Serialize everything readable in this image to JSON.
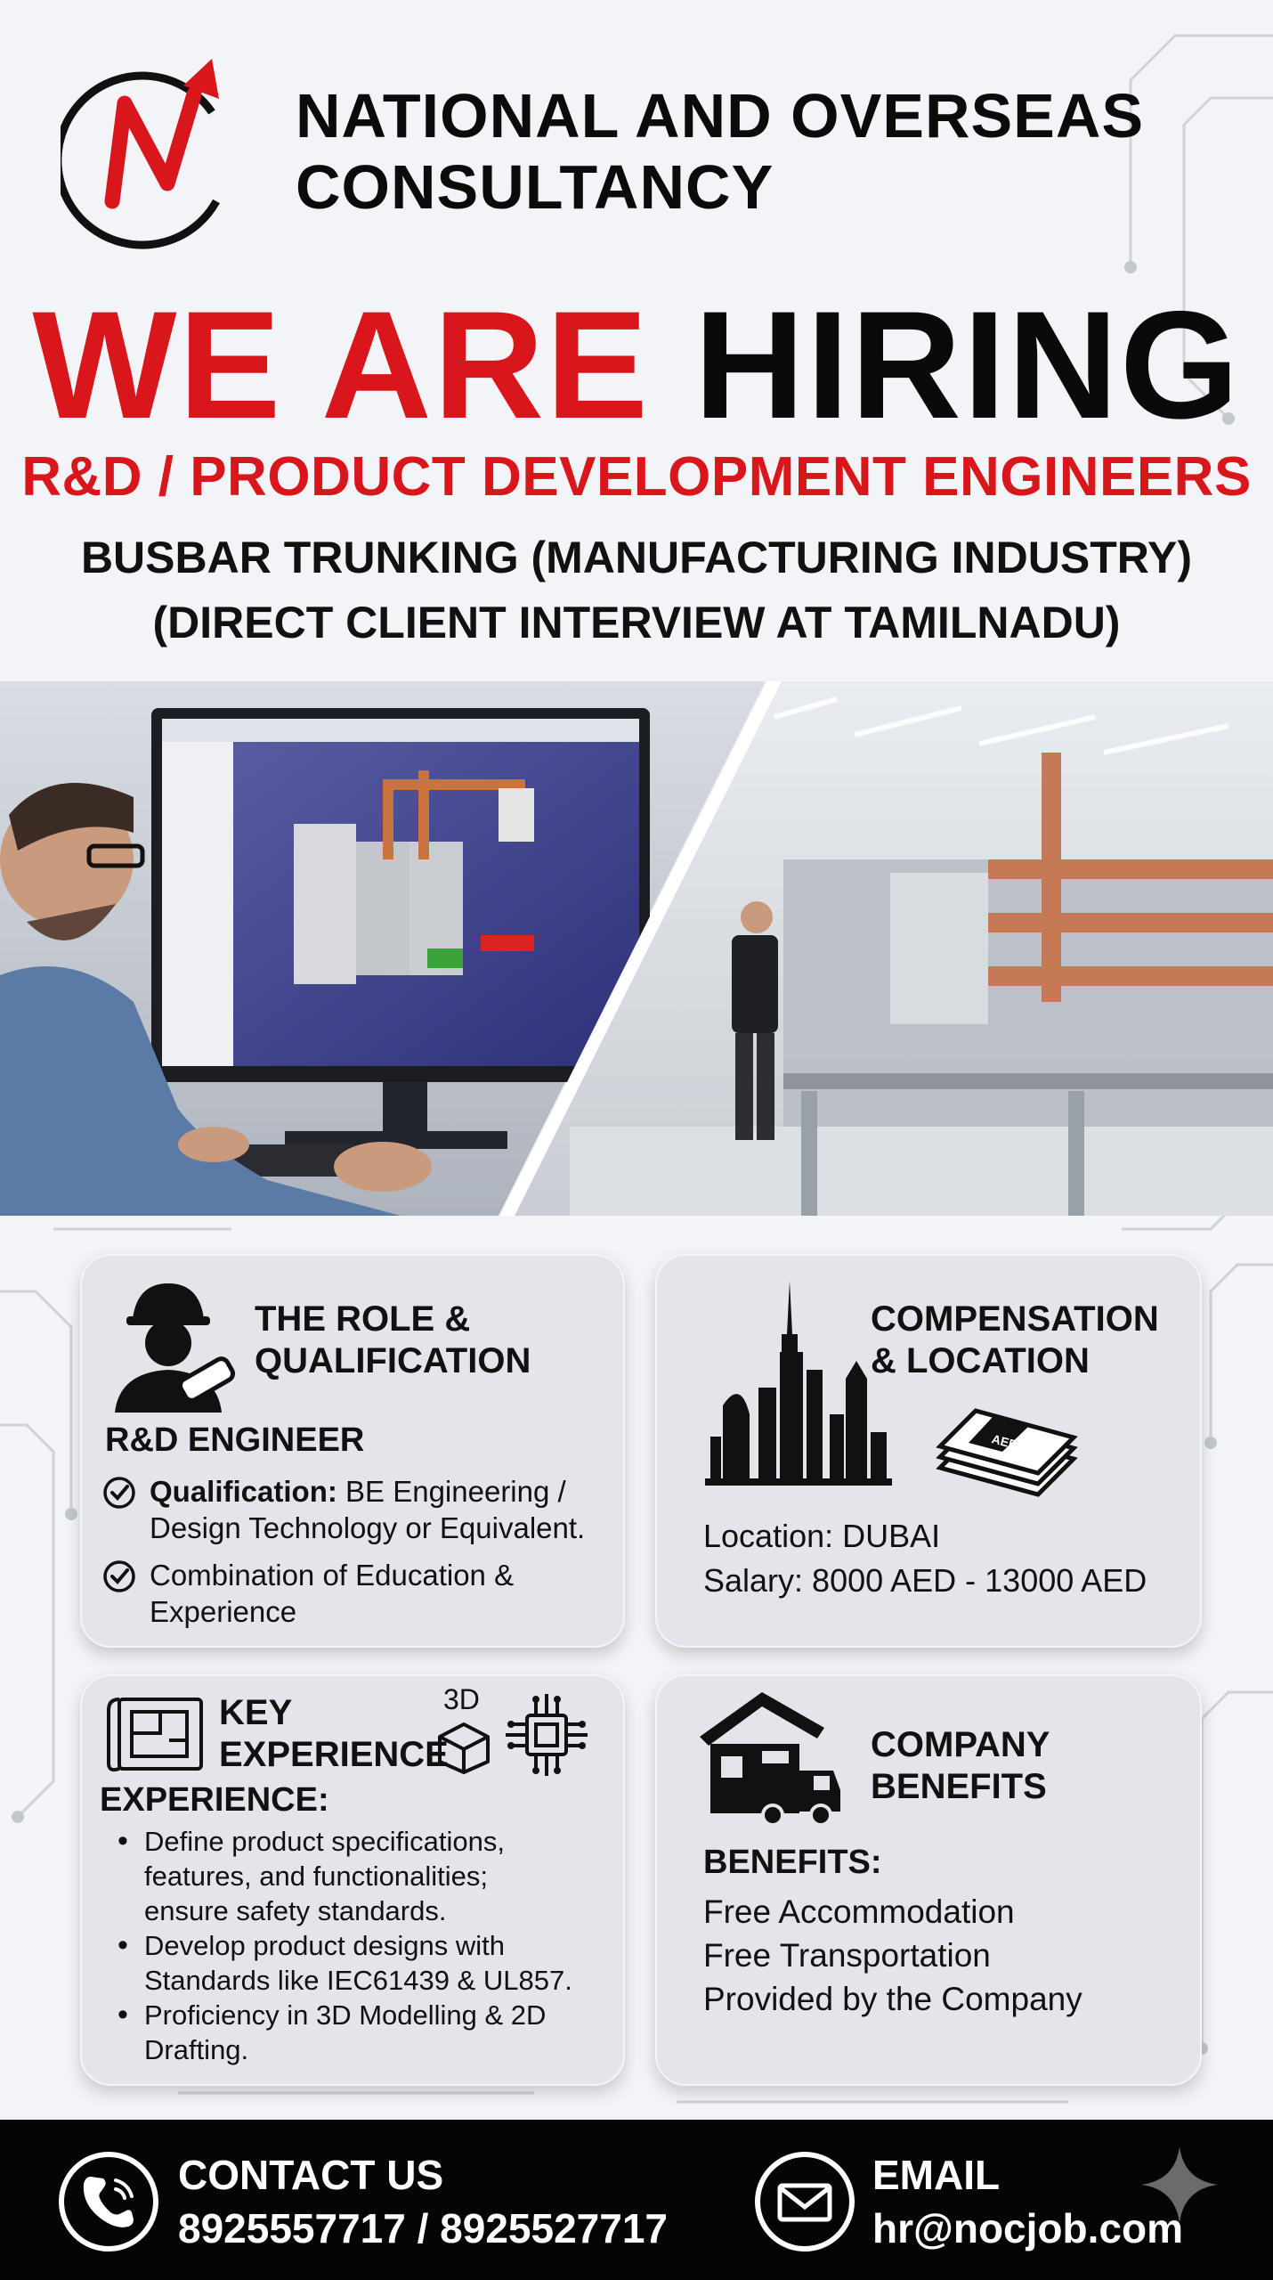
{
  "brand": {
    "name_line1": "NATIONAL AND OVERSEAS",
    "name_line2": "CONSULTANCY"
  },
  "headline": {
    "part1": "WE ARE",
    "part2": "HIRING"
  },
  "role_title": "R&D / PRODUCT DEVELOPMENT ENGINEERS",
  "subtitle_line1": "BUSBAR TRUNKING (MANUFACTURING INDUSTRY)",
  "subtitle_line2": "(DIRECT CLIENT INTERVIEW AT TAMILNADU)",
  "cards": {
    "role": {
      "title_line1": "THE ROLE &",
      "title_line2": "QUALIFICATION",
      "position": "R&D ENGINEER",
      "qual_label": "Qualification:",
      "qual_value_1": "BE Engineering /",
      "qual_value_2": "Design Technology or Equivalent.",
      "combo_1": "Combination of Education &",
      "combo_2": "Experience"
    },
    "compensation": {
      "title_line1": "COMPENSATION",
      "title_line2": "& LOCATION",
      "location": "Location: DUBAI",
      "salary": "Salary: 8000 AED - 13000 AED",
      "cash_label": "AED"
    },
    "experience": {
      "title_line1": "KEY",
      "title_line2": "EXPERIENCE",
      "badge_3d": "3D",
      "heading": "EXPERIENCE:",
      "items": [
        [
          "Define product specifications,",
          "features, and functionalities;",
          "ensure safety standards."
        ],
        [
          "Develop product designs with",
          "Standards like IEC61439 & UL857."
        ],
        [
          "Proficiency in 3D Modelling & 2D",
          "Drafting."
        ]
      ]
    },
    "benefits": {
      "title_line1": "COMPANY",
      "title_line2": "BENEFITS",
      "heading": "BENEFITS:",
      "lines": [
        "Free Accommodation",
        "Free Transportation",
        "Provided by the Company"
      ]
    }
  },
  "footer": {
    "contact_label": "CONTACT US",
    "contact_value": "8925557717 / 8925527717",
    "email_label": "EMAIL",
    "email_value": "hr@nocjob.com"
  },
  "colors": {
    "accent_red": "#d8161c",
    "text_dark": "#111111",
    "card_bg": "#e4e5ea",
    "footer_bg": "#050505"
  },
  "icons": [
    "brand-logo-icon",
    "engineer-icon",
    "city-skyline-icon",
    "cash-icon",
    "blueprint-icon",
    "cube-3d-icon",
    "chip-icon",
    "house-truck-icon",
    "phone-icon",
    "envelope-icon",
    "check-icon"
  ]
}
